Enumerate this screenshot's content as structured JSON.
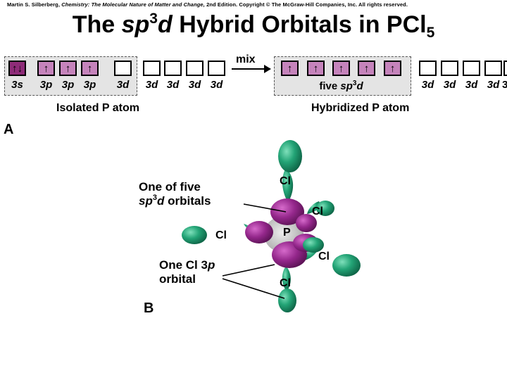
{
  "credit": {
    "author": "Martin S. Silberberg,",
    "book": "Chemistry: The Molecular Nature of Matter and Change,",
    "edition": "2nd Edition.",
    "copyright": "Copyright © The McGraw-Hill Companies, Inc. All rights reserved."
  },
  "title": {
    "prefix": "The ",
    "sp": "sp",
    "sup": "3",
    "d": "d",
    "middle": " Hybrid Orbitals in PCl",
    "sub": "5"
  },
  "panel_a": {
    "label": "A",
    "mix_label": "mix",
    "isolated": {
      "caption": "Isolated P atom",
      "s_label": "3s",
      "p_labels": [
        "3p",
        "3p",
        "3p"
      ],
      "d_labels": [
        "3d",
        "3d",
        "3d",
        "3d",
        "3d"
      ],
      "s_box": "↑↓",
      "p_boxes": [
        "↑",
        "↑",
        "↑"
      ]
    },
    "hybridized": {
      "caption": "Hybridized P atom",
      "hybrid_label_prefix": "five ",
      "hybrid_label_sp": "sp",
      "hybrid_label_sup": "3",
      "hybrid_label_d": "d",
      "hybrid_boxes": [
        "↑",
        "↑",
        "↑",
        "↑",
        "↑"
      ],
      "d_labels": [
        "3d",
        "3d",
        "3d",
        "3d"
      ],
      "cut_label": "3"
    }
  },
  "panel_b": {
    "label": "B",
    "center_atom": "P",
    "cl_labels": [
      "Cl",
      "Cl",
      "Cl",
      "Cl",
      "Cl"
    ],
    "annotation_hybrid": {
      "line1": "One of five",
      "sp": "sp",
      "sup": "3",
      "d": "d",
      "rest": " orbitals"
    },
    "annotation_cl": {
      "line1": "One Cl 3",
      "p": "p",
      "line2": "orbital"
    }
  },
  "colors": {
    "orbital_green": "#1f9a6e",
    "hybrid_purple": "#92308a",
    "s_fill": "#8e2b78",
    "p_fill": "#c583bb",
    "highlight_bg": "#e4e4e4"
  }
}
